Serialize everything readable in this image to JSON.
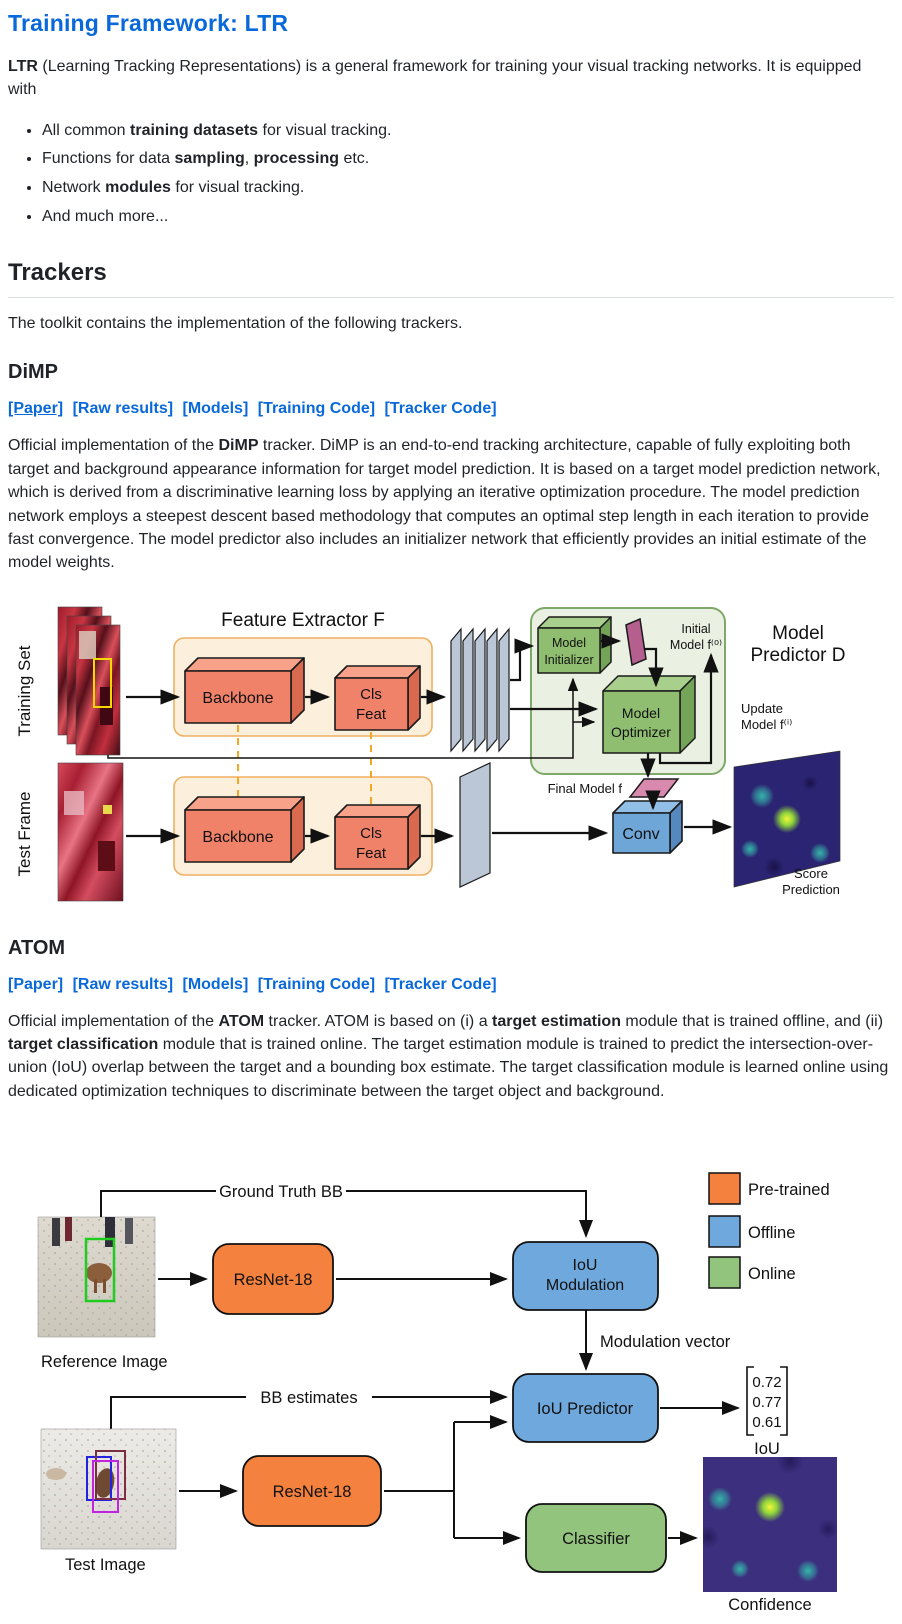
{
  "sections": {
    "ltr": {
      "heading": "Training Framework: LTR",
      "intro_segments": [
        {
          "t": "LTR",
          "b": true
        },
        {
          "t": " (Learning Tracking Representations) is a general framework for training your visual tracking networks. It is equipped with"
        }
      ],
      "bullets": [
        [
          {
            "t": "All common "
          },
          {
            "t": "training datasets",
            "b": true
          },
          {
            "t": " for visual tracking."
          }
        ],
        [
          {
            "t": "Functions for data "
          },
          {
            "t": "sampling",
            "b": true
          },
          {
            "t": ", "
          },
          {
            "t": "processing",
            "b": true
          },
          {
            "t": " etc."
          }
        ],
        [
          {
            "t": "Network "
          },
          {
            "t": "modules",
            "b": true
          },
          {
            "t": " for visual tracking."
          }
        ],
        [
          {
            "t": "And much more..."
          }
        ]
      ]
    },
    "trackers": {
      "heading": "Trackers",
      "intro": "The toolkit contains the implementation of the following trackers."
    },
    "dimp": {
      "heading": "DiMP",
      "links": [
        "[Paper]",
        "[Raw results]",
        "[Models]",
        "[Training Code]",
        "[Tracker Code]"
      ],
      "description_segments": [
        {
          "t": "Official implementation of the "
        },
        {
          "t": "DiMP",
          "b": true
        },
        {
          "t": " tracker. DiMP is an end-to-end tracking architecture, capable of fully exploiting both target and background appearance information for target model prediction. It is based on a target model prediction network, which is derived from a discriminative learning loss by applying an iterative optimization procedure. The model prediction network employs a steepest descent based methodology that computes an optimal step length in each iteration to provide fast convergence. The model predictor also includes an initializer network that efficiently provides an initial estimate of the model weights."
        }
      ]
    },
    "atom": {
      "heading": "ATOM",
      "links": [
        "[Paper]",
        "[Raw results]",
        "[Models]",
        "[Training Code]",
        "[Tracker Code]"
      ],
      "description_segments": [
        {
          "t": "Official implementation of the "
        },
        {
          "t": "ATOM",
          "b": true
        },
        {
          "t": " tracker. ATOM is based on (i) a "
        },
        {
          "t": "target estimation",
          "b": true
        },
        {
          "t": " module that is trained offline, and (ii) "
        },
        {
          "t": "target classification",
          "b": true
        },
        {
          "t": " module that is trained online. The target estimation module is trained to predict the intersection-over-union (IoU) overlap between the target and a bounding box estimate. The target classification module is learned online using dedicated optimization techniques to discriminate between the target object and background."
        }
      ]
    }
  },
  "dimp_figure": {
    "training_set_label": "Training Set",
    "test_frame_label": "Test Frame",
    "feature_extractor_title": "Feature Extractor F",
    "backbone_label": "Backbone",
    "cls_feat_line1": "Cls",
    "cls_feat_line2": "Feat",
    "model_initializer_line1": "Model",
    "model_initializer_line2": "Initializer",
    "model_optimizer_line1": "Model",
    "model_optimizer_line2": "Optimizer",
    "initial_model_line1": "Initial",
    "initial_model_line2": "Model f⁽⁰⁾",
    "update_model_line1": "Update",
    "update_model_line2": "Model f⁽ⁱ⁾",
    "model_predictor_line1": "Model",
    "model_predictor_line2": "Predictor D",
    "final_model_label": "Final Model f",
    "conv_label": "Conv",
    "score_prediction_line1": "Score",
    "score_prediction_line2": "Prediction"
  },
  "atom_figure": {
    "ground_truth_label": "Ground Truth BB",
    "bb_estimates_label": "BB estimates",
    "reference_image_caption": "Reference Image",
    "test_image_caption": "Test Image",
    "resnet_label": "ResNet-18",
    "iou_modulation_line1": "IoU",
    "iou_modulation_line2": "Modulation",
    "iou_predictor_label": "IoU Predictor",
    "classifier_label": "Classifier",
    "modulation_vector_label": "Modulation vector",
    "iou_values": [
      {
        "value": "0.72",
        "color": "#3434D6"
      },
      {
        "value": "0.77",
        "color": "#8F3A52"
      },
      {
        "value": "0.61",
        "color": "#B03EE0"
      }
    ],
    "iou_caption": "IoU",
    "confidence_caption": "Confidence",
    "legend": [
      {
        "label": "Pre-trained",
        "color": "#F4813E"
      },
      {
        "label": "Offline",
        "color": "#6FA8DC"
      },
      {
        "label": "Online",
        "color": "#93C47D"
      }
    ]
  },
  "colors": {
    "link_blue": "#0969da",
    "body_text": "#1F2328",
    "divider": "#d8dee4",
    "figure": {
      "salmon_box": "#F1826A",
      "cream_panel": "#FCEFDB",
      "cream_border": "#EFAF63",
      "green_panel": "#EAF1E3",
      "green_panel_border": "#7FA968",
      "green_box": "#8FBE70",
      "conv_blue": "#6FA6D8",
      "feature_map": "#BBC7D7",
      "pink_model": "#C9699C",
      "title_red": "#DD4F3F",
      "predictor_green": "#6CA94F",
      "dashed_orange": "#F5A623",
      "pretrained_orange": "#F4813E",
      "offline_blue": "#6FA8DC",
      "online_green": "#93C47D"
    }
  }
}
